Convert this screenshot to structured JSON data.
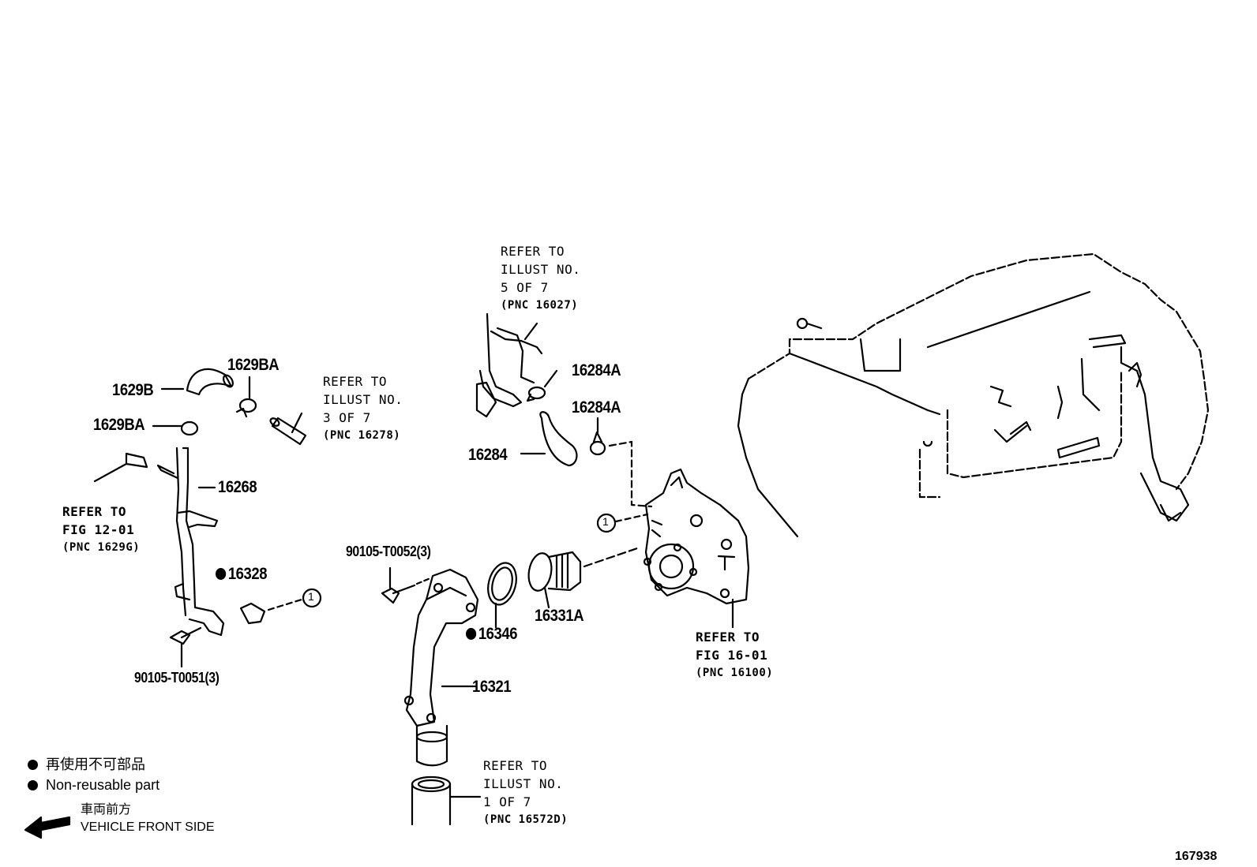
{
  "parts": {
    "p1629B": "1629B",
    "p1629BA_top": "1629BA",
    "p1629BA_left": "1629BA",
    "p16268": "16268",
    "p16328": "16328",
    "p90105_T0051": "90105-T0051(3)",
    "p90105_T0052": "90105-T0052(3)",
    "p16321": "16321",
    "p16346": "16346",
    "p16331A": "16331A",
    "p16284": "16284",
    "p16284A_top": "16284A",
    "p16284A_mid": "16284A"
  },
  "references": {
    "ref_3of7": [
      "REFER TO",
      "ILLUST NO.",
      "3 OF 7",
      "(PNC 16278)"
    ],
    "ref_5of7": [
      "REFER TO",
      "ILLUST NO.",
      "5 OF 7",
      "(PNC 16027)"
    ],
    "ref_fig12": [
      "REFER TO",
      "FIG 12-01",
      "(PNC 1629G)"
    ],
    "ref_fig16": [
      "REFER TO",
      "FIG 16-01",
      "(PNC 16100)"
    ],
    "ref_1of7": [
      "REFER TO",
      "ILLUST NO.",
      "1 OF 7",
      "(PNC 16572D)"
    ]
  },
  "callouts": {
    "circle_left": "1",
    "circle_right": "1"
  },
  "legend": {
    "non_reusable_jp": "再使用不可部品",
    "non_reusable_en": "Non-reusable part",
    "front_jp": "車両前方",
    "front_en": "VEHICLE FRONT SIDE"
  },
  "illustration_number": "167938",
  "colors": {
    "ink": "#000000",
    "paper": "#ffffff"
  }
}
